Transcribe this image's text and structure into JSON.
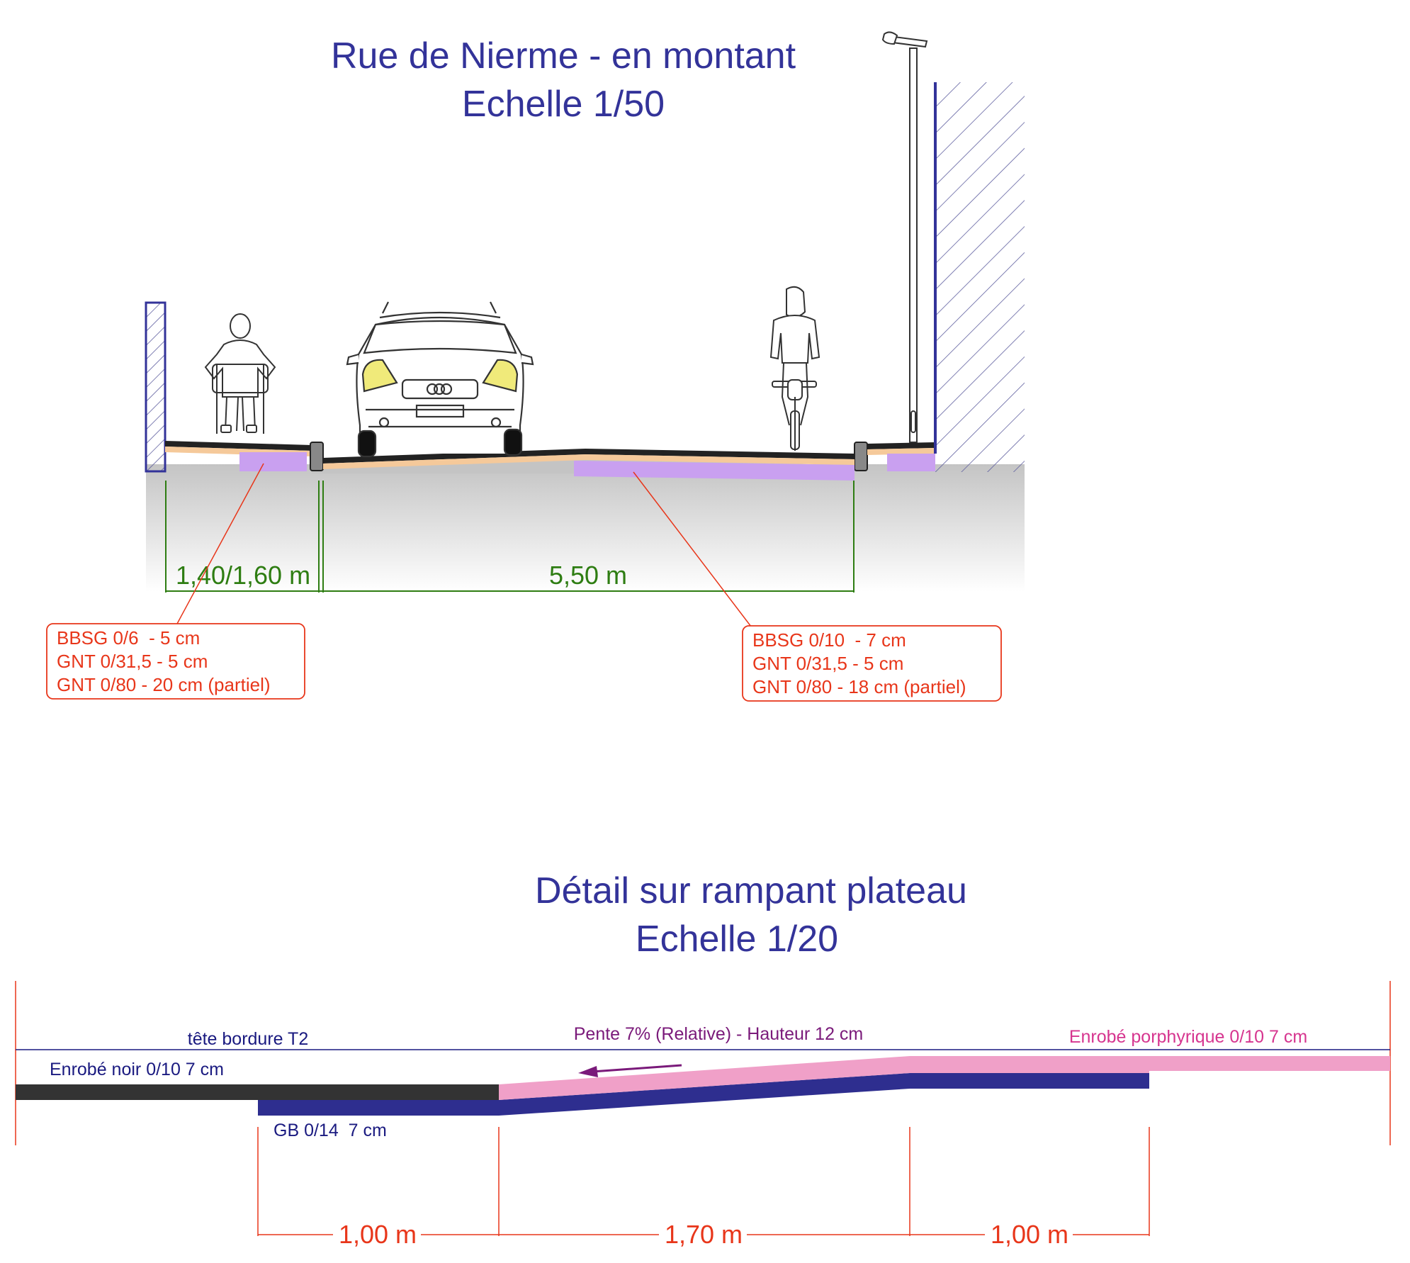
{
  "section1": {
    "title_line1": "Rue de Nierme - en montant",
    "title_line2": "Echelle 1/50",
    "dim_sidewalk": "1,40/1,60 m",
    "dim_road": "5,50 m",
    "spec_left": [
      "BBSG 0/6  - 5 cm",
      "GNT 0/31,5 - 5 cm",
      "GNT 0/80 - 20 cm (partiel)"
    ],
    "spec_right": [
      "BBSG 0/10  - 7 cm",
      "GNT 0/31,5 - 5 cm",
      "GNT 0/80 - 18 cm (partiel)"
    ]
  },
  "section2": {
    "title_line1": "Détail sur rampant plateau",
    "title_line2": "Echelle 1/20",
    "label_curb": "tête bordure T2",
    "label_black": "Enrobé noir 0/10 7 cm",
    "label_gb": "GB 0/14  7 cm",
    "label_slope": "Pente 7% (Relative) - Hauteur 12 cm",
    "label_porph": "Enrobé porphyrique 0/10 7 cm",
    "dim_1": "1,00 m",
    "dim_2": "1,70 m",
    "dim_3": "1,00 m"
  },
  "colors": {
    "title": "#333399",
    "dimension_green": "#2e7d12",
    "spec_red": "#e8361a",
    "gnt_purple": "#c9a0f0",
    "sand": "#f5c99a",
    "asphalt_black": "#333333",
    "gb_navy": "#2e2e8f",
    "porphyry_pink": "#f0a0c8"
  },
  "icons": [
    "wheelchair-user-icon",
    "car-front-icon",
    "cyclist-icon",
    "street-lamp-icon"
  ]
}
